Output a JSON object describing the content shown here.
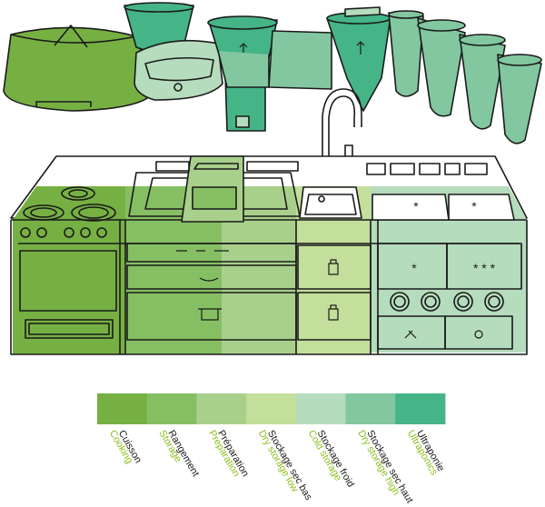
{
  "zones": [
    {
      "id": "cooking",
      "fr": "Cuisson",
      "en": "Cooking",
      "color": "#76b043"
    },
    {
      "id": "storage",
      "fr": "Rangement",
      "en": "Storage",
      "color": "#86bf63"
    },
    {
      "id": "preparation",
      "fr": "Préparation",
      "en": "Preparation",
      "color": "#a9d08b"
    },
    {
      "id": "dry-storage-low",
      "fr": "Stockage sec bas",
      "en": "Dry storage low",
      "color": "#c4de9b"
    },
    {
      "id": "cold-storage",
      "fr": "Stockage froid",
      "en": "Cold storage",
      "color": "#b5dcbc"
    },
    {
      "id": "dry-storage-high",
      "fr": "Stockage sec haut",
      "en": "Dry storage high",
      "color": "#82c7a0"
    },
    {
      "id": "ultraponics",
      "fr": "Ultraponie",
      "en": "Ultraponics",
      "color": "#45b487"
    }
  ],
  "colors": {
    "outline": "#1a1a1a",
    "legend_en_text": "#8cbf1f",
    "legend_fr_text": "#1a1a1a"
  },
  "symbols": {
    "freezer_single": "*",
    "freezer_triple": "* * *"
  }
}
